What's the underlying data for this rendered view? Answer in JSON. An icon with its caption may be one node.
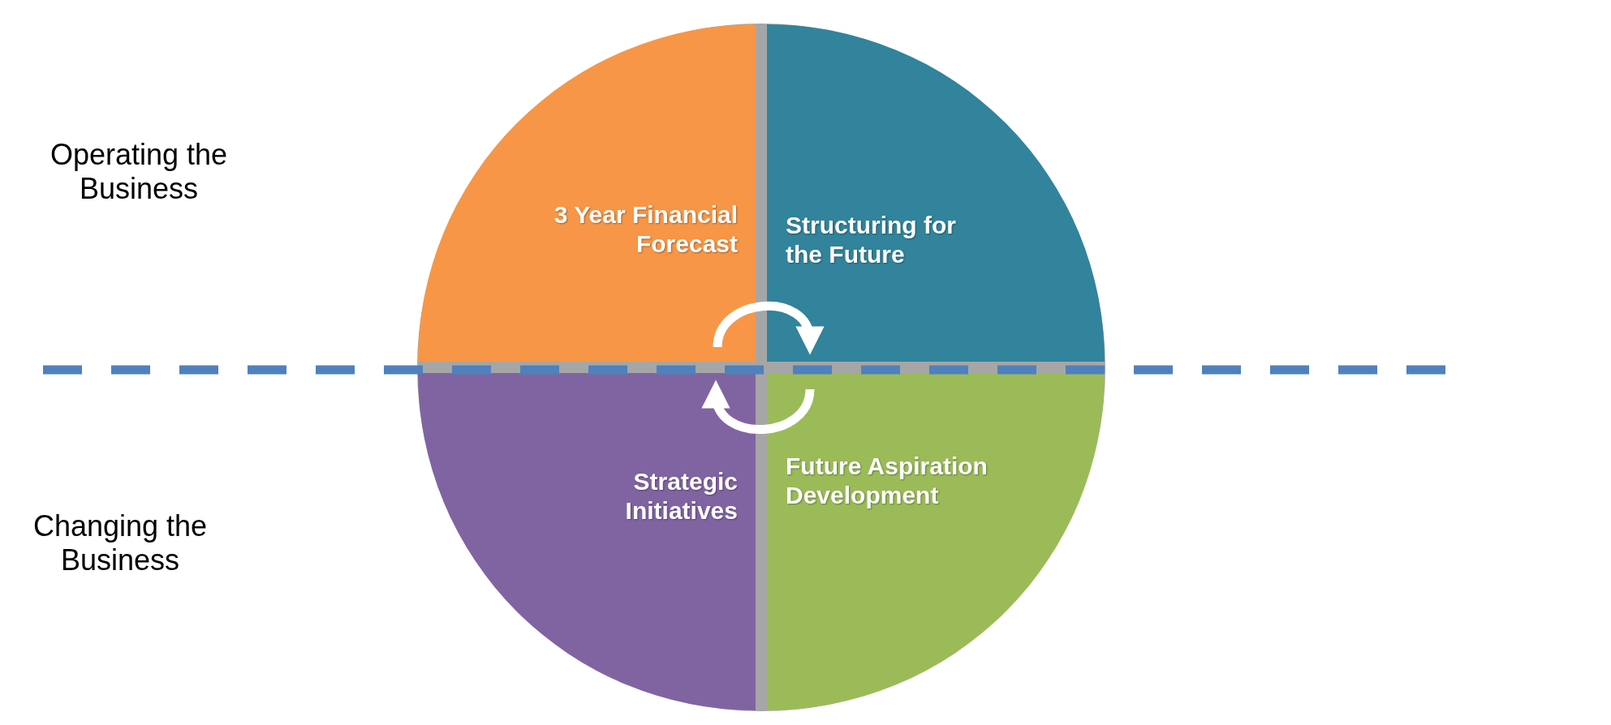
{
  "diagram": {
    "nodes": [
      {
        "text": [
          "3 Year Financial Forecast"
        ]
      },
      {
        "text": [
          "Structuring for the Future"
        ]
      },
      {
        "text": [
          "Strategic Initiatives"
        ]
      },
      {
        "text": [
          "Future Aspiration Development"
        ]
      }
    ],
    "edges": [
      {
        "from": 0,
        "to": 1,
        "arrow": "to"
      },
      {
        "from": 3,
        "to": 2,
        "arrow": "to"
      }
    ],
    "labels": [
      "Operating the Business",
      "Changing the Business"
    ]
  }
}
